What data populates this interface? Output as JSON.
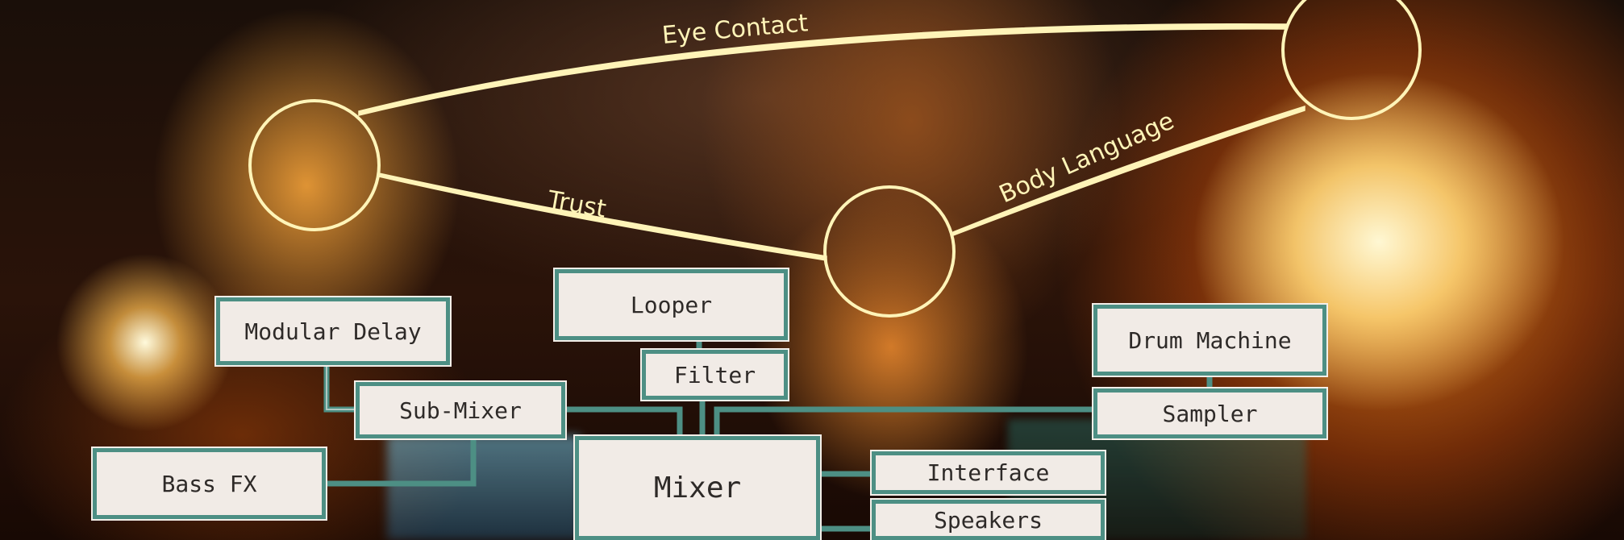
{
  "relations": {
    "eye_contact": "Eye Contact",
    "trust": "Trust",
    "body_language": "Body Language"
  },
  "signal_chain": {
    "modular_delay": "Modular Delay",
    "sub_mixer": "Sub-Mixer",
    "bass_fx": "Bass FX",
    "looper": "Looper",
    "filter": "Filter",
    "mixer": "Mixer",
    "interface": "Interface",
    "speakers": "Speakers",
    "drum_machine": "Drum Machine",
    "sampler": "Sampler"
  },
  "colors": {
    "node_border": "#4d8f84",
    "node_fill": "#f1ebe6",
    "relation_line": "#fff4b8"
  }
}
